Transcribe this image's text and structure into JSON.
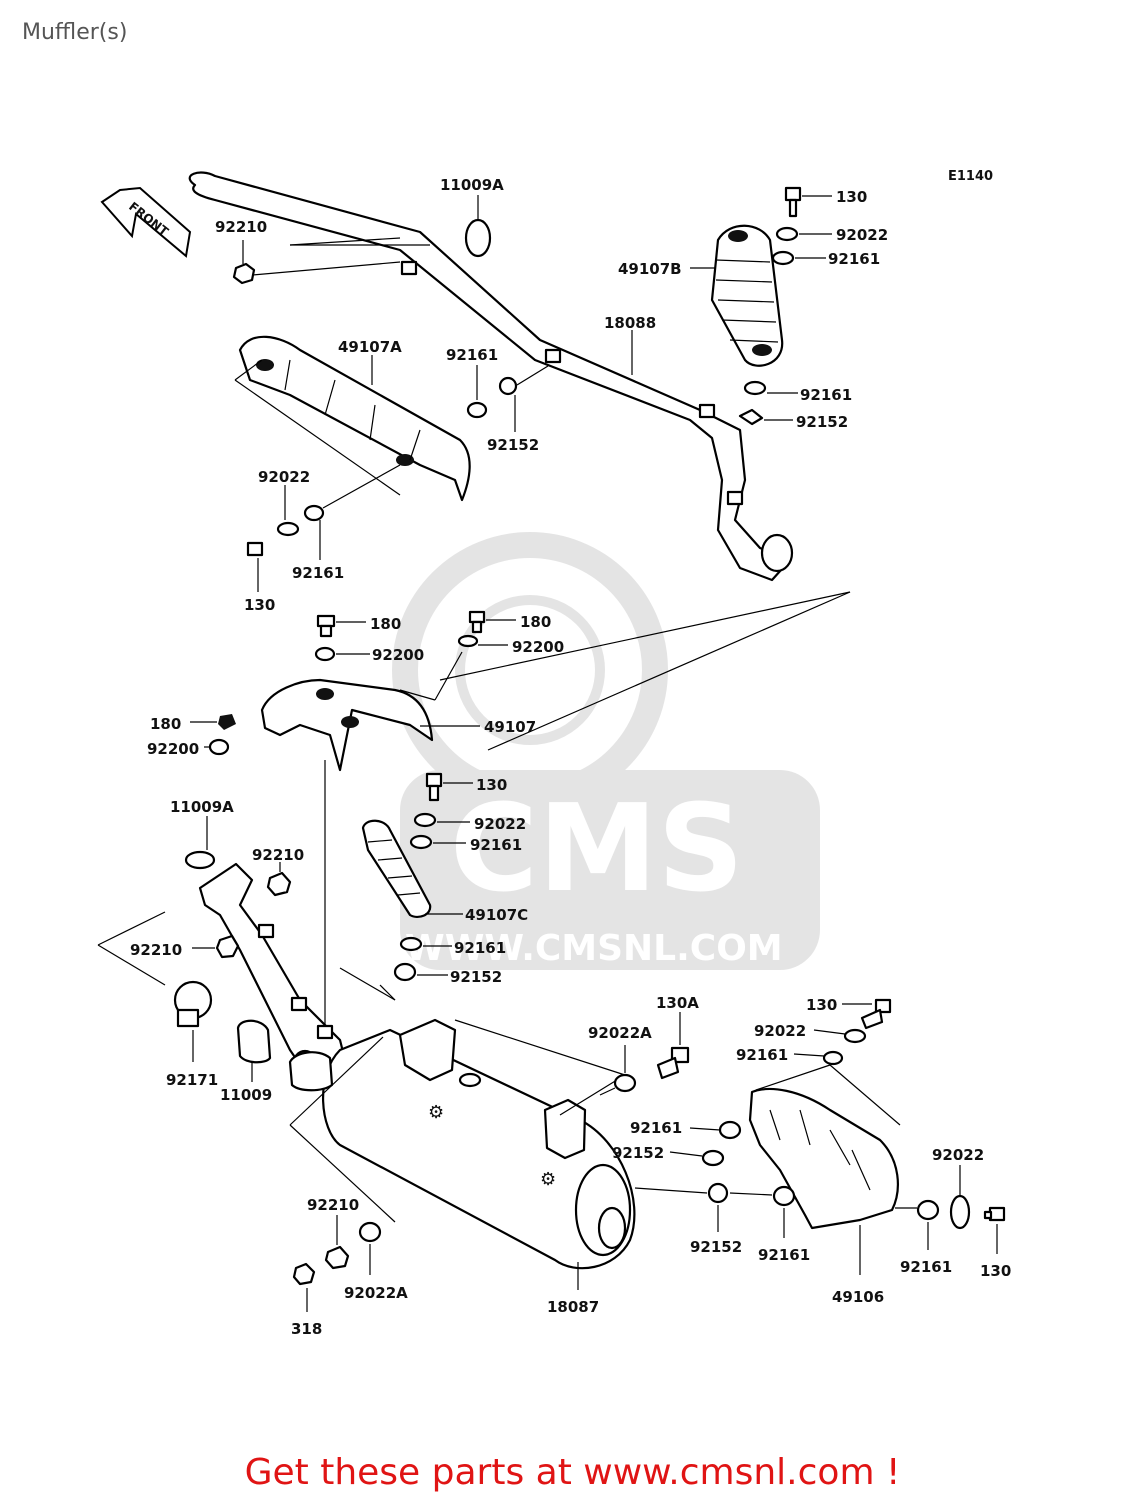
{
  "title": "Muffler(s)",
  "diagram_code": "E1140",
  "front_label": "FRONT",
  "watermark": {
    "brand": "CMS",
    "url": "WWW.CMSNL.COM"
  },
  "callout": "Get these parts at www.cmsnl.com !",
  "labels": {
    "p11009A_top": "11009A",
    "p92210_top": "92210",
    "p130_tr": "130",
    "p92022_tr": "92022",
    "p92161_tr1": "92161",
    "p49107B": "49107B",
    "p18088": "18088",
    "p49107A": "49107A",
    "p92161_mid": "92161",
    "p92152_mid": "92152",
    "p92161_tr2": "92161",
    "p92152_tr": "92152",
    "p92022_left": "92022",
    "p92161_left": "92161",
    "p130_left": "130",
    "p180_a": "180",
    "p92200_a": "92200",
    "p180_b": "180",
    "p92200_b": "92200",
    "p180_c": "180",
    "p49107": "49107",
    "p92200_c": "92200",
    "p130_mid": "130",
    "p11009A_low": "11009A",
    "p92022_mid": "92022",
    "p92210_a": "92210",
    "p92161_mid2": "92161",
    "p49107C": "49107C",
    "p92210_b": "92210",
    "p92161_mid3": "92161",
    "p92152_mid2": "92152",
    "p130A": "130A",
    "p130_br": "130",
    "p92022A_a": "92022A",
    "p92022_br": "92022",
    "p92161_br": "92161",
    "p92171": "92171",
    "p11009": "11009",
    "p92161_br2": "92161",
    "p92152_br": "92152",
    "p92022_br2": "92022",
    "p92152_br2": "92152",
    "p92161_br3": "92161",
    "p92210_c": "92210",
    "p92161_br4": "92161",
    "p130_br2": "130",
    "p92022A_b": "92022A",
    "p18087": "18087",
    "p49106": "49106",
    "p318": "318"
  }
}
